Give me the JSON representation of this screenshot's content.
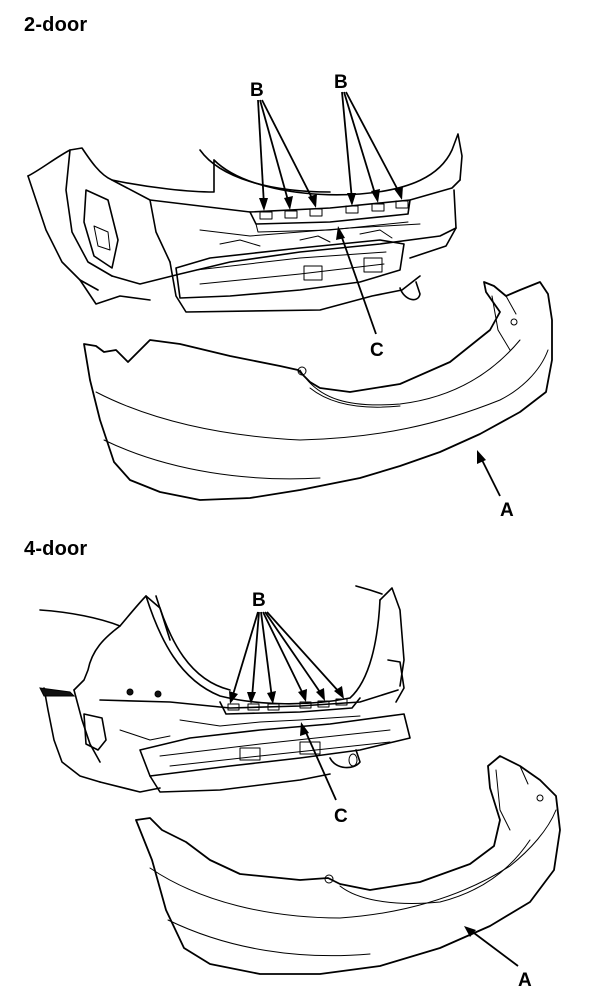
{
  "figure": {
    "panels": [
      {
        "id": "2door",
        "title": "2-door",
        "callouts": {
          "bumper": "A",
          "clips_left": "B",
          "clips_right": "B",
          "absorber": "C"
        }
      },
      {
        "id": "4door",
        "title": "4-door",
        "callouts": {
          "bumper": "A",
          "clips": "B",
          "absorber": "C"
        }
      }
    ]
  }
}
